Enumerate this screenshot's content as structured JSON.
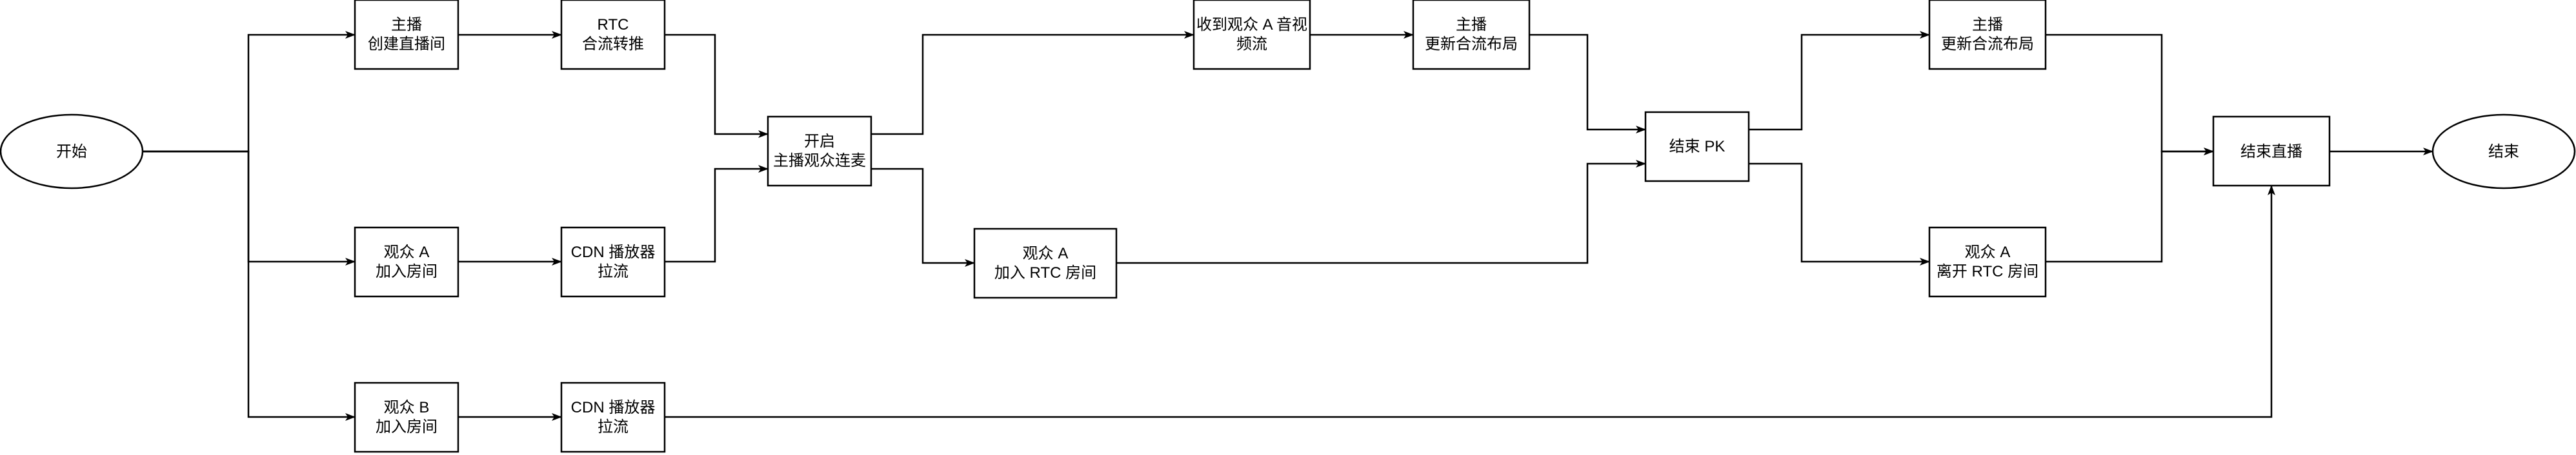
{
  "nodes": {
    "start": [
      "开始"
    ],
    "host_create": [
      "主播",
      "创建直播间"
    ],
    "rtc_push": [
      "RTC",
      "合流转推"
    ],
    "audience_a_join": [
      "观众 A",
      "加入房间"
    ],
    "cdn_pull_a": [
      "CDN 播放器",
      "拉流"
    ],
    "audience_b_join": [
      "观众 B",
      "加入房间"
    ],
    "cdn_pull_b": [
      "CDN 播放器",
      "拉流"
    ],
    "start_cohost": [
      "开启",
      "主播观众连麦"
    ],
    "receive_av": [
      "收到观众 A 音视",
      "频流"
    ],
    "audience_a_rtc_join": [
      "观众 A",
      "加入 RTC 房间"
    ],
    "host_update_1": [
      "主播",
      "更新合流布局"
    ],
    "end_pk": [
      "结束 PK"
    ],
    "host_update_2": [
      "主播",
      "更新合流布局"
    ],
    "audience_a_leave": [
      "观众 A",
      "离开 RTC 房间"
    ],
    "end_live": [
      "结束直播"
    ],
    "end": [
      "结束"
    ]
  }
}
